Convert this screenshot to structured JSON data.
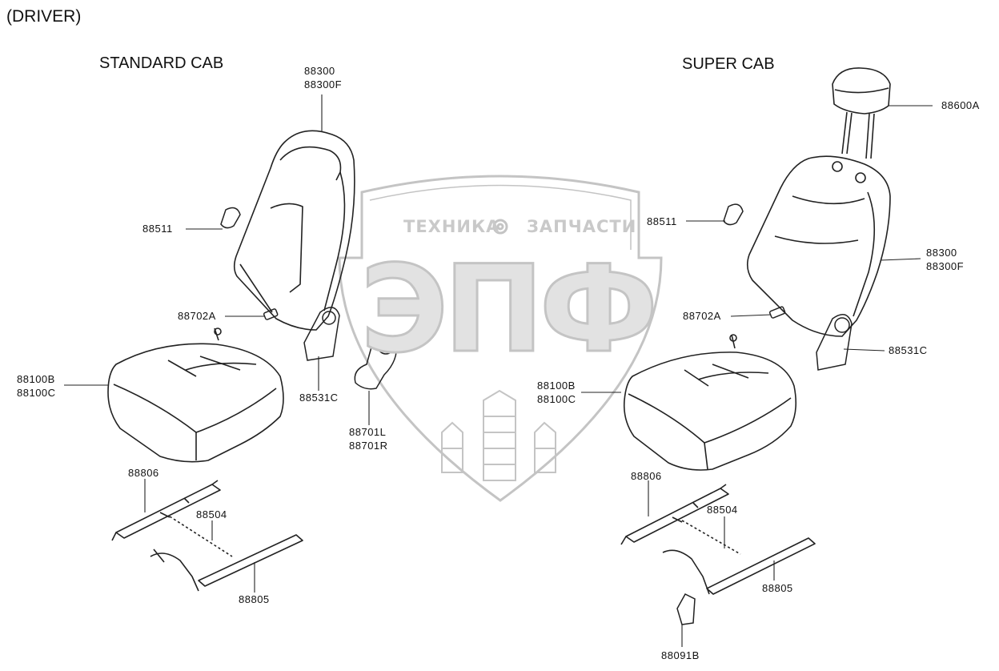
{
  "title": "(DRIVER)",
  "sections": {
    "standard": "STANDARD CAB",
    "super": "SUPER CAB"
  },
  "watermark": {
    "top_left": "ТЕХНИКА",
    "top_right": "ЗАПЧАСТИ",
    "big": "ЭПФ",
    "fill_color": "#e2e2e2",
    "stroke_color": "#c4c4c4"
  },
  "labels": {
    "std_back": [
      "88300",
      "88300F"
    ],
    "std_knob": "88511",
    "std_cover": "88702A",
    "std_cushion": [
      "88100B",
      "88100C"
    ],
    "std_recliner": "88531C",
    "shield": [
      "88701L",
      "88701R"
    ],
    "std_track_upper": "88806",
    "std_wire": "88504",
    "std_track_lower": "88805",
    "sup_headrest": "88600A",
    "sup_knob": "88511",
    "sup_back": [
      "88300",
      "88300F"
    ],
    "sup_cover": "88702A",
    "sup_recliner": "88531C",
    "sup_cushion": [
      "88100B",
      "88100C"
    ],
    "sup_track_upper": "88806",
    "sup_wire": "88504",
    "sup_track_lower": "88805",
    "sup_bracket": "88091B"
  }
}
